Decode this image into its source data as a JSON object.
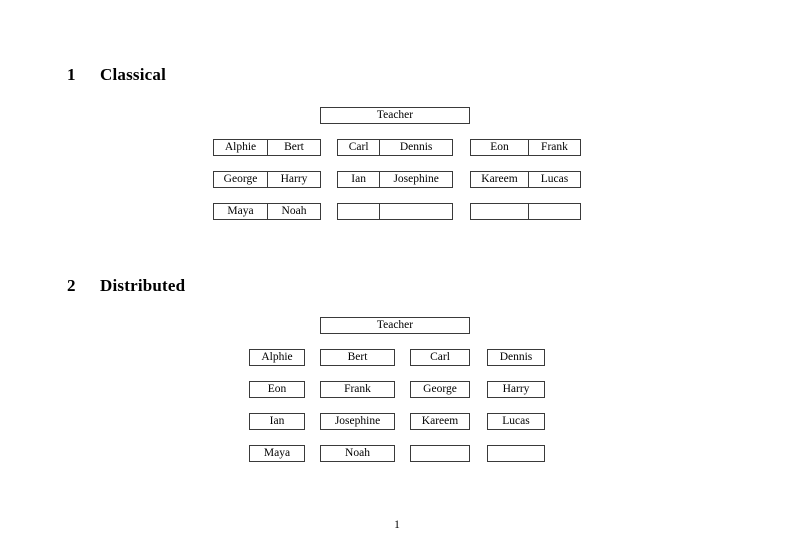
{
  "document": {
    "page_number": "1",
    "background_color": "#ffffff",
    "text_color": "#000000",
    "border_color": "#3a3a3a"
  },
  "sections": [
    {
      "number": "1",
      "title": "Classical",
      "root": {
        "label": "Teacher"
      },
      "layout": "paired-cells",
      "groups": [
        {
          "rows": [
            {
              "left": "Alphie",
              "right": "Bert"
            },
            {
              "left": "George",
              "right": "Harry"
            },
            {
              "left": "Maya",
              "right": "Noah"
            }
          ]
        },
        {
          "rows": [
            {
              "left": "Carl",
              "right": "Dennis"
            },
            {
              "left": "Ian",
              "right": "Josephine"
            },
            {
              "left": "",
              "right": ""
            }
          ]
        },
        {
          "rows": [
            {
              "left": "Eon",
              "right": "Frank"
            },
            {
              "left": "Kareem",
              "right": "Lucas"
            },
            {
              "left": "",
              "right": ""
            }
          ]
        }
      ]
    },
    {
      "number": "2",
      "title": "Distributed",
      "root": {
        "label": "Teacher"
      },
      "layout": "separate-boxes",
      "rows": [
        [
          "Alphie",
          "Bert",
          "Carl",
          "Dennis"
        ],
        [
          "Eon",
          "Frank",
          "George",
          "Harry"
        ],
        [
          "Ian",
          "Josephine",
          "Kareem",
          "Lucas"
        ],
        [
          "Maya",
          "Noah",
          "",
          ""
        ]
      ]
    }
  ]
}
